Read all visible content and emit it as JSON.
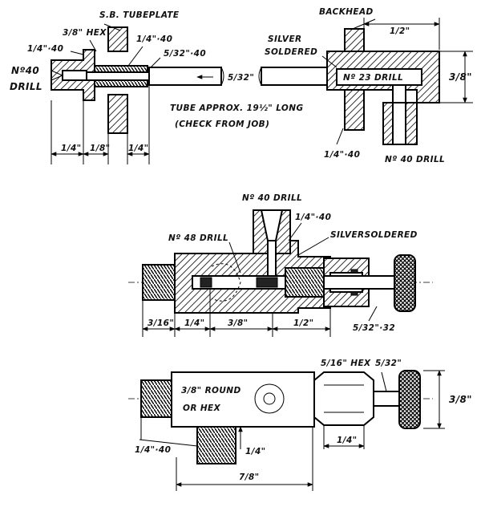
{
  "top_view": {
    "sb_tubeplate": "S.B. TUBEPLATE",
    "hex_3_8": "3/8\" HEX",
    "thread_1_4_40_left": "1/4\"·40",
    "thread_1_4_40_plate": "1/4\"·40",
    "thread_5_32_40": "5/32\"·40",
    "no40_drill": "Nº40",
    "drill": "DRILL",
    "dim_5_32": "5/32\"",
    "tube_note_1": "TUBE APPROX. 19½\" LONG",
    "tube_note_2": "(CHECK FROM JOB)",
    "dim_1_4_a": "1/4\"",
    "dim_1_8": "1/8\"",
    "dim_1_4_b": "1/4\"",
    "backhead": "BACKHEAD",
    "dim_1_2": "1/2\"",
    "silver_soldered_1": "SILVER",
    "silver_soldered_2": "SOLDERED",
    "no23_drill": "Nº 23 DRILL",
    "dim_3_8": "3/8\"",
    "thread_1_4_40_bh": "1/4\"·40",
    "no40_drill_bh": "Nº 40 DRILL"
  },
  "middle_view": {
    "no40_drill": "Nº 40 DRILL",
    "thread_1_4_40": "1/4\"·40",
    "no48_drill": "Nº 48 DRILL",
    "silversoldered": "SILVERSOLDERED",
    "dim_3_16": "3/16\"",
    "dim_1_4": "1/4\"",
    "dim_3_8": "3/8\"",
    "dim_1_2": "1/2\"",
    "thread_5_32_32": "5/32\"·32"
  },
  "bottom_view": {
    "hex_5_16": "5/16\" HEX",
    "dim_5_32": "5/32\"",
    "round_or_hex_1": "3/8\" ROUND",
    "round_or_hex_2": "OR HEX",
    "dim_3_8": "3/8\"",
    "thread_1_4_40": "1/4\"·40",
    "dim_1_4_a": "1/4\"",
    "dim_1_4_b": "1/4\"",
    "dim_7_8": "7/8\""
  }
}
